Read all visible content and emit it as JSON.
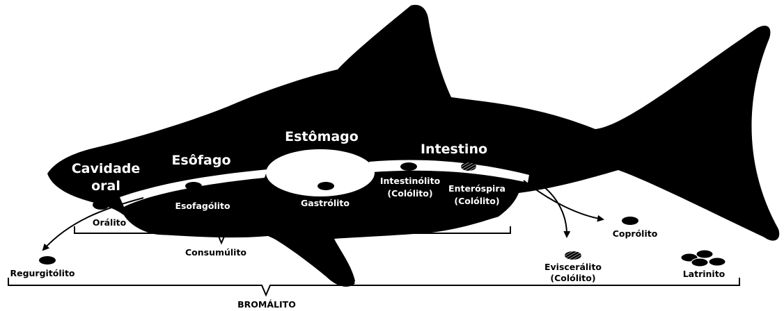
{
  "colors": {
    "silhouette": "#000000",
    "tract": "#ffffff",
    "background": "#ffffff"
  },
  "organs": {
    "cavidade_l1": "Cavidade",
    "cavidade_l2": "oral",
    "esofago": "Esôfago",
    "estomago": "Estômago",
    "intestino": "Intestino"
  },
  "fossils": {
    "oralito": "Orálito",
    "esofagolito": "Esofagólito",
    "gastrolito": "Gastrólito",
    "intestinolito_l1": "Intestinólito",
    "intestinolito_l2": "(Colólito)",
    "enterospira_l1": "Enteróspira",
    "enterospira_l2": "(Colólito)",
    "regurgitolito": "Regurgitólito",
    "coprolito": "Coprólito",
    "evisceralito_l1": "Eviscerálito",
    "evisceralito_l2": "(Colólito)",
    "latrinito": "Latrinito"
  },
  "groups": {
    "consumulito": "Consumúlito",
    "bromalito": "BROMÁLITO"
  }
}
